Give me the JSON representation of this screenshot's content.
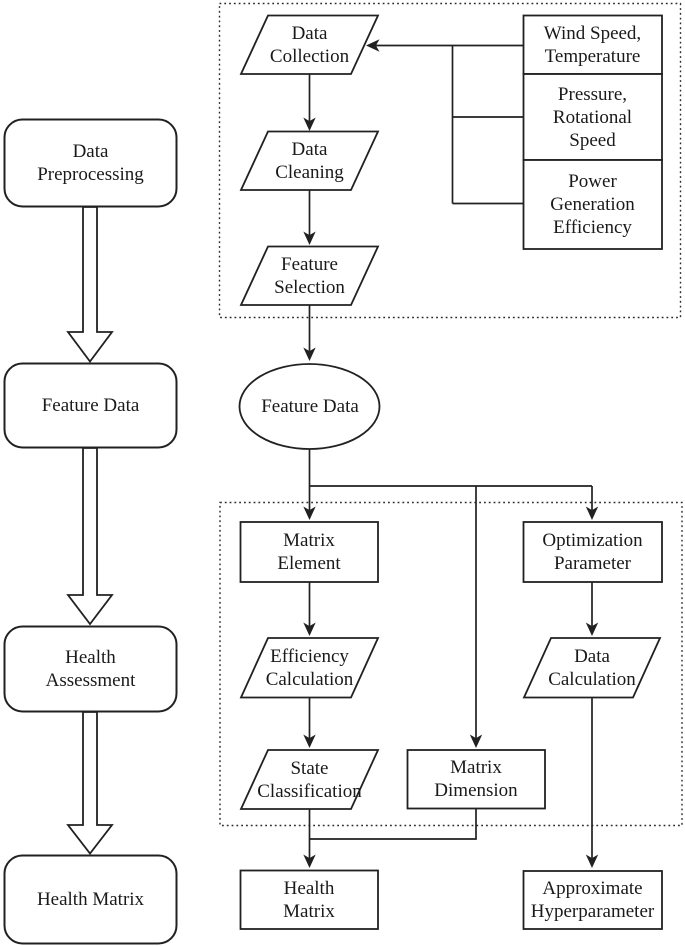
{
  "figure": {
    "kind": "flowchart",
    "background_color": "#ffffff",
    "line_color": "#212121",
    "text_color": "#1a1a1a"
  },
  "nodes": {
    "data_preprocessing": {
      "shape": "rounded-rect",
      "label": [
        "Data",
        "Preprocessing"
      ]
    },
    "feature_data_left": {
      "shape": "rounded-rect",
      "label": "Feature Data"
    },
    "health_assessment": {
      "shape": "rounded-rect",
      "label": [
        "Health",
        "Assessment"
      ]
    },
    "health_matrix_left": {
      "shape": "rounded-rect",
      "label": "Health Matrix"
    },
    "data_collection": {
      "shape": "parallelogram",
      "label": [
        "Data",
        "Collection"
      ]
    },
    "data_cleaning": {
      "shape": "parallelogram",
      "label": [
        "Data",
        "Cleaning"
      ]
    },
    "feature_selection": {
      "shape": "parallelogram",
      "label": [
        "Feature",
        "Selection"
      ]
    },
    "wind_speed_temperature": {
      "shape": "rect",
      "label": [
        "Wind Speed,",
        "Temperature"
      ]
    },
    "pressure_rotational_speed": {
      "shape": "rect",
      "label": [
        "Pressure,",
        "Rotational",
        "Speed"
      ]
    },
    "power_generation_efficiency": {
      "shape": "rect",
      "label": [
        "Power",
        "Generation",
        "Efficiency"
      ]
    },
    "feature_data_ellipse": {
      "shape": "ellipse",
      "label": "Feature Data"
    },
    "matrix_element": {
      "shape": "rect",
      "label": [
        "Matrix",
        "Element"
      ]
    },
    "efficiency_calculation": {
      "shape": "parallelogram",
      "label": [
        "Efficiency",
        "Calculation"
      ]
    },
    "state_classification": {
      "shape": "parallelogram",
      "label": [
        "State",
        "Classification"
      ]
    },
    "optimization_parameter": {
      "shape": "rect",
      "label": [
        "Optimization",
        "Parameter"
      ]
    },
    "data_calculation": {
      "shape": "parallelogram",
      "label": [
        "Data",
        "Calculation"
      ]
    },
    "matrix_dimension": {
      "shape": "rect",
      "label": [
        "Matrix",
        "Dimension"
      ]
    },
    "health_matrix_bottom": {
      "shape": "rect",
      "label": [
        "Health",
        "Matrix"
      ]
    },
    "approximate_hyperparameter": {
      "shape": "rect",
      "label": [
        "Approximate",
        "Hyperparameter"
      ]
    }
  },
  "edges": [
    {
      "from": "data_preprocessing",
      "to": "feature_data_left",
      "style": "hollow-arrow"
    },
    {
      "from": "feature_data_left",
      "to": "health_assessment",
      "style": "hollow-arrow"
    },
    {
      "from": "health_assessment",
      "to": "health_matrix_left",
      "style": "hollow-arrow"
    },
    {
      "from": "wind_speed_temperature",
      "to": "data_collection",
      "style": "solid-arrow"
    },
    {
      "from": "pressure_rotational_speed",
      "to": "data_collection",
      "style": "solid-arrow"
    },
    {
      "from": "power_generation_efficiency",
      "to": "data_collection",
      "style": "solid-arrow"
    },
    {
      "from": "data_collection",
      "to": "data_cleaning",
      "style": "solid-arrow"
    },
    {
      "from": "data_cleaning",
      "to": "feature_selection",
      "style": "solid-arrow"
    },
    {
      "from": "feature_selection",
      "to": "feature_data_ellipse",
      "style": "solid-arrow"
    },
    {
      "from": "feature_data_ellipse",
      "to": "matrix_element",
      "style": "solid-arrow"
    },
    {
      "from": "feature_data_ellipse",
      "to": "optimization_parameter",
      "style": "solid-arrow"
    },
    {
      "from": "feature_data_ellipse",
      "to": "matrix_dimension",
      "style": "solid-arrow"
    },
    {
      "from": "matrix_element",
      "to": "efficiency_calculation",
      "style": "solid-arrow"
    },
    {
      "from": "efficiency_calculation",
      "to": "state_classification",
      "style": "solid-arrow"
    },
    {
      "from": "state_classification",
      "to": "health_matrix_bottom",
      "style": "solid-arrow"
    },
    {
      "from": "matrix_dimension",
      "to": "health_matrix_bottom",
      "style": "solid-arrow"
    },
    {
      "from": "optimization_parameter",
      "to": "data_calculation",
      "style": "solid-arrow"
    },
    {
      "from": "data_calculation",
      "to": "approximate_hyperparameter",
      "style": "solid-arrow"
    }
  ]
}
